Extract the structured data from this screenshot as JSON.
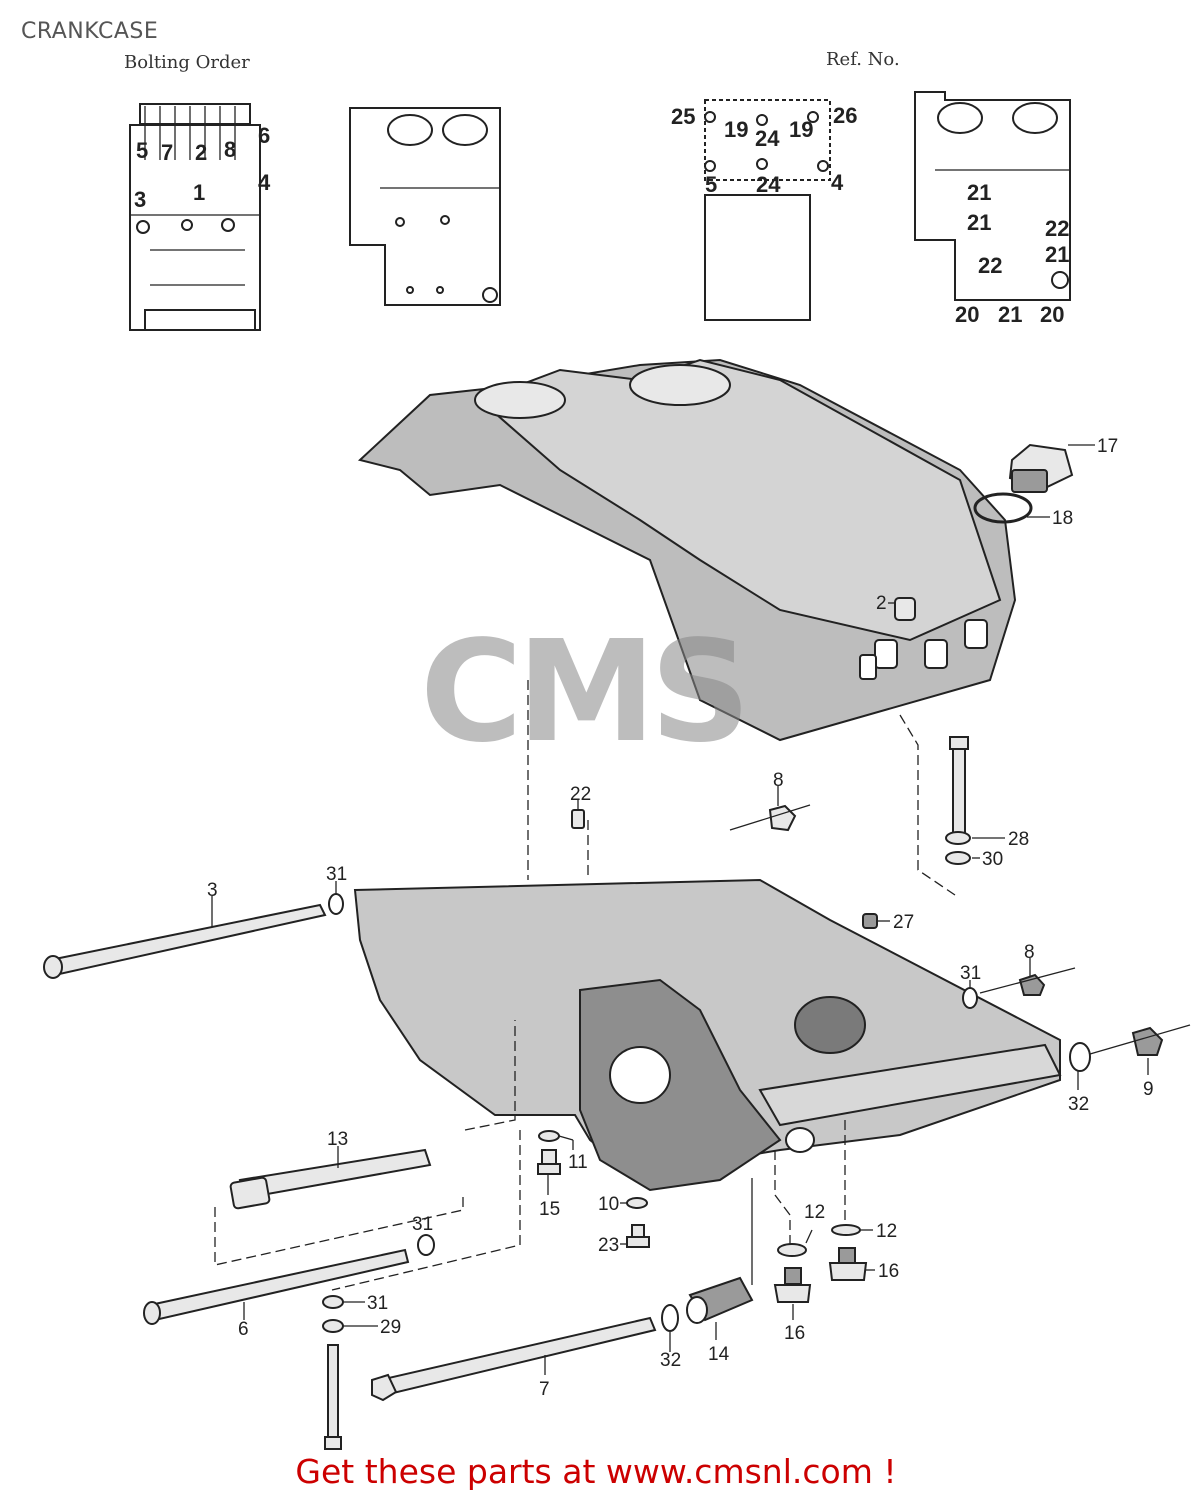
{
  "page": {
    "title": "CRANKCASE",
    "bolting_order_caption": "Bolting Order",
    "ref_no_caption": "Ref. No."
  },
  "bolting_order_view": {
    "upper_labels": [
      "5",
      "7",
      "2",
      "8",
      "6",
      "3",
      "1",
      "4"
    ]
  },
  "ref_no_view": {
    "left_labels": [
      "25",
      "19",
      "24",
      "19",
      "26",
      "5",
      "24",
      "4"
    ],
    "right_labels": [
      "21",
      "21",
      "22",
      "21",
      "22",
      "20",
      "21",
      "20"
    ]
  },
  "callouts": [
    {
      "ref": "17",
      "part": "oil filler cap"
    },
    {
      "ref": "18",
      "part": "o-ring"
    },
    {
      "ref": "2",
      "part": "dowel pin"
    },
    {
      "ref": "28",
      "part": "washer"
    },
    {
      "ref": "30",
      "part": "washer"
    },
    {
      "ref": "8",
      "part": "nut"
    },
    {
      "ref": "22",
      "part": "dowel pin"
    },
    {
      "ref": "3",
      "part": "stud bolt"
    },
    {
      "ref": "31",
      "part": "washer"
    },
    {
      "ref": "27",
      "part": "dowel"
    },
    {
      "ref": "9",
      "part": "nut"
    },
    {
      "ref": "32",
      "part": "washer"
    },
    {
      "ref": "13",
      "part": "bolt"
    },
    {
      "ref": "11",
      "part": "washer"
    },
    {
      "ref": "15",
      "part": "bolt"
    },
    {
      "ref": "10",
      "part": "washer"
    },
    {
      "ref": "23",
      "part": "bolt"
    },
    {
      "ref": "12",
      "part": "washer"
    },
    {
      "ref": "16",
      "part": "plug"
    },
    {
      "ref": "6",
      "part": "stud bolt"
    },
    {
      "ref": "29",
      "part": "washer"
    },
    {
      "ref": "7",
      "part": "stud bolt"
    },
    {
      "ref": "14",
      "part": "collar"
    }
  ],
  "footer": {
    "text": "Get these parts at www.cmsnl.com !",
    "color": "#cc0000"
  }
}
